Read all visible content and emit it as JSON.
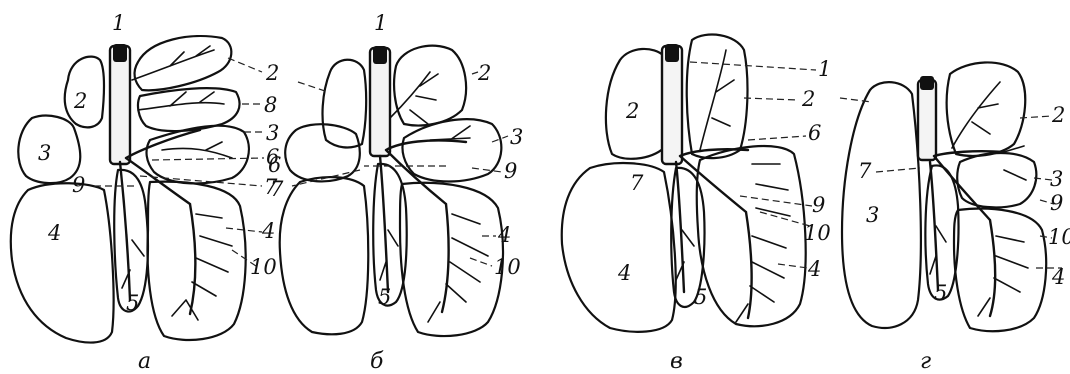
{
  "panels": [
    {
      "caption": "а",
      "labels": [
        "1",
        "2",
        "3",
        "4",
        "2",
        "8",
        "3",
        "6",
        "9",
        "7",
        "4",
        "10",
        "5"
      ]
    },
    {
      "caption": "б",
      "labels": [
        "1",
        "2",
        "3",
        "9",
        "4",
        "10",
        "5",
        "6",
        "7"
      ]
    },
    {
      "caption": "в",
      "labels": [
        "1",
        "2",
        "7",
        "4",
        "2",
        "6",
        "9",
        "10",
        "4",
        "5"
      ]
    },
    {
      "caption": "г",
      "labels": [
        "2",
        "7",
        "3",
        "5",
        "3",
        "9",
        "10",
        "4"
      ]
    }
  ]
}
